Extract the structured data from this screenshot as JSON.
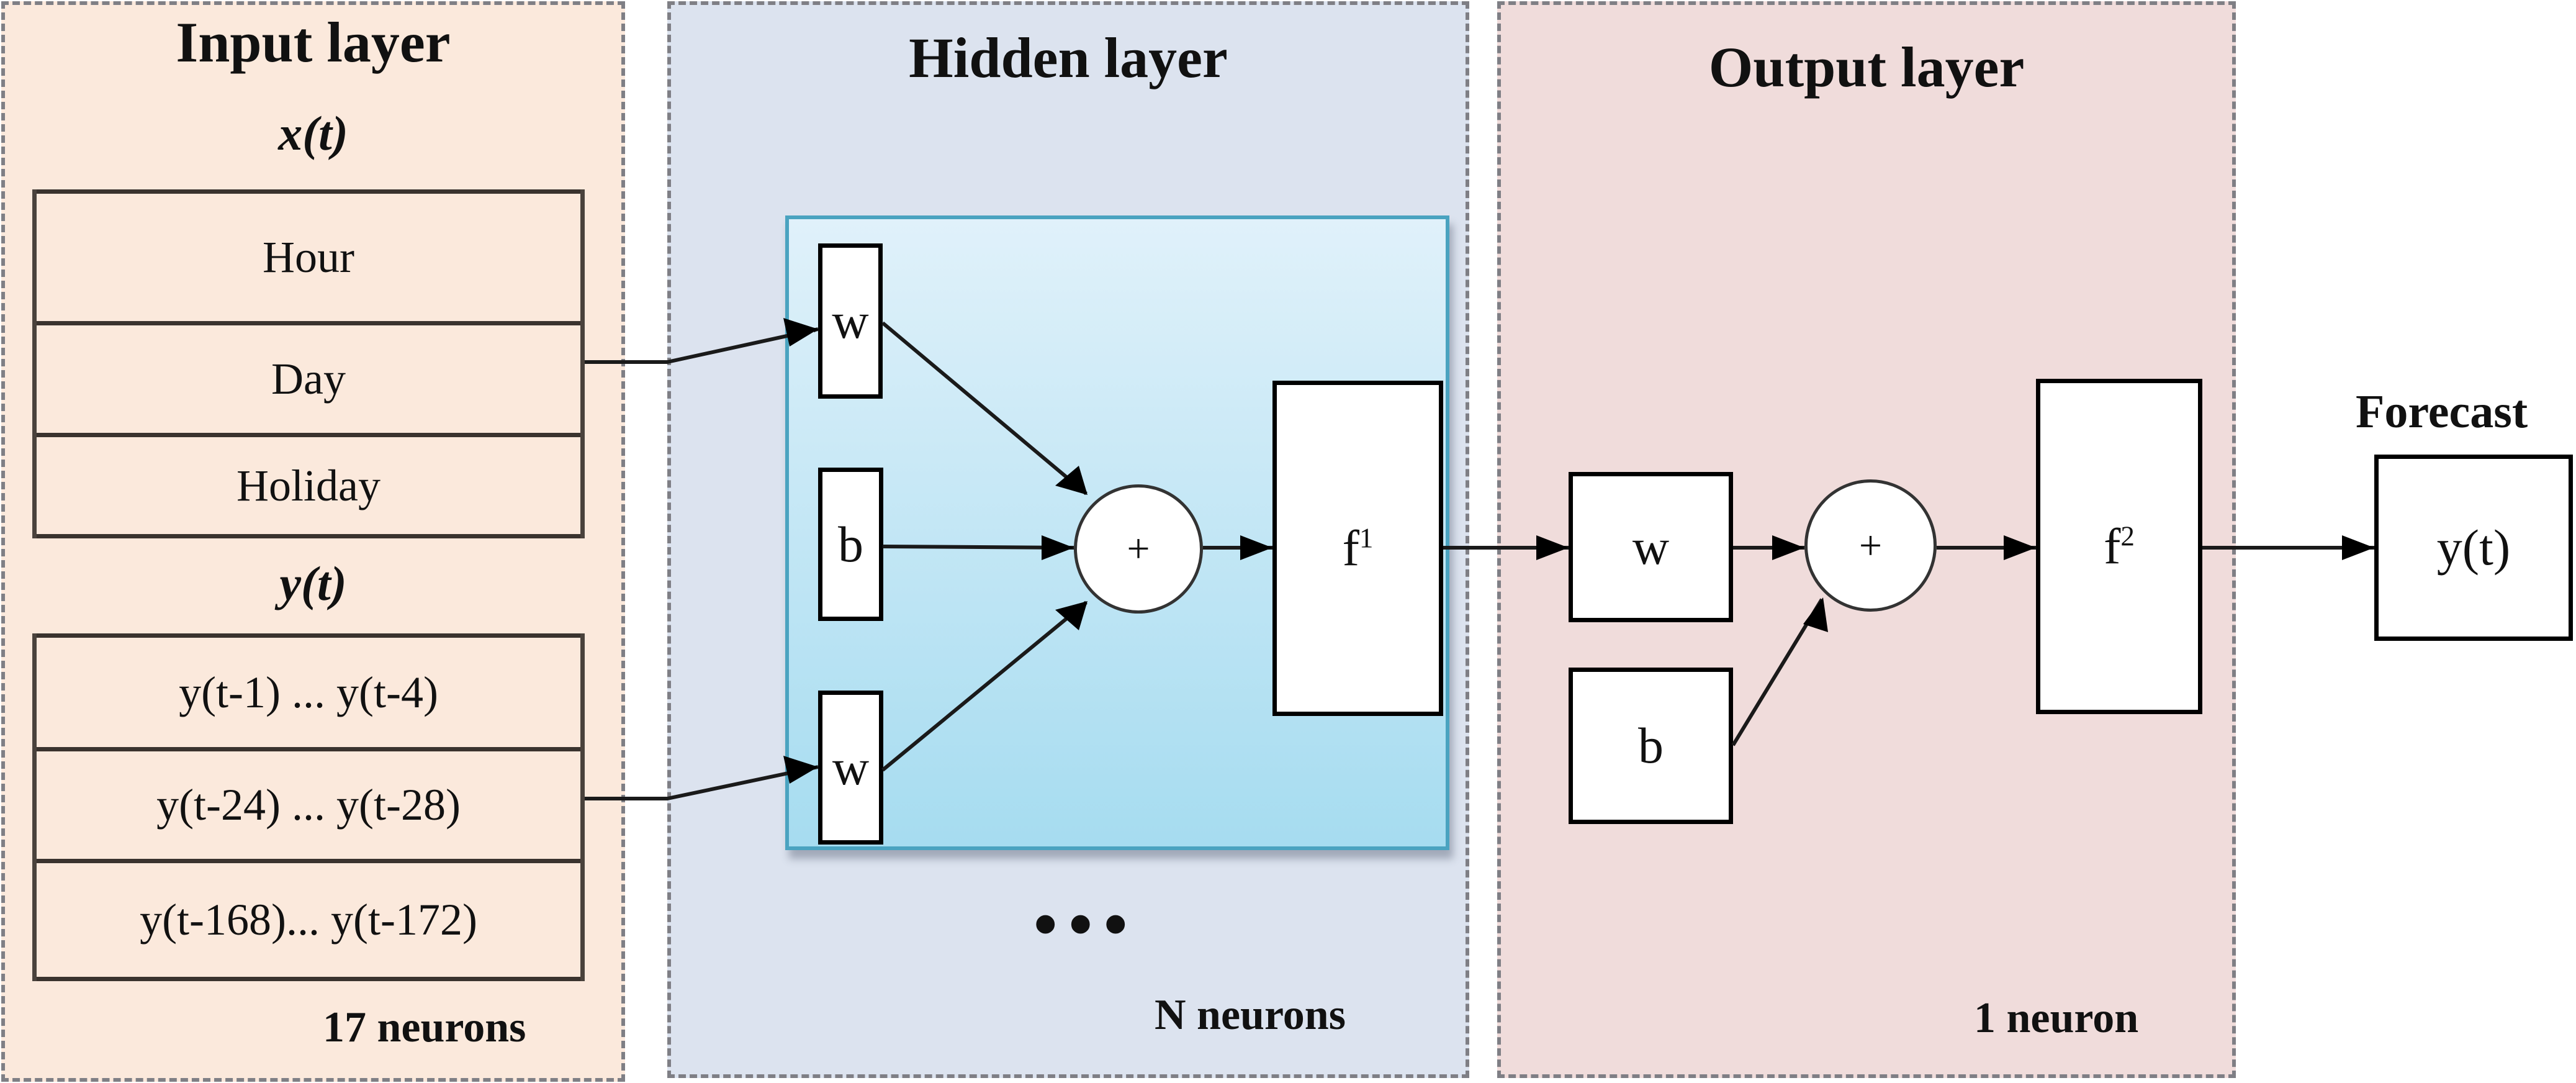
{
  "input_layer": {
    "title": "Input layer",
    "x_label": "x(t)",
    "x_items": [
      "Hour",
      "Day",
      "Holiday"
    ],
    "y_label": "y(t)",
    "y_items": [
      "y(t-1) ... y(t-4)",
      "y(t-24) ... y(t-28)",
      "y(t-168)... y(t-172)"
    ],
    "count": "17 neurons",
    "background": "#fbe9dc"
  },
  "hidden_layer": {
    "title": "Hidden layer",
    "weight_top": "w",
    "bias": "b",
    "weight_bottom": "w",
    "sum": "+",
    "activation": "f",
    "activation_sup": "1",
    "ellipsis": "•••",
    "count": "N neurons",
    "background": "#dce3ef",
    "neuron_fill": "#a6dcf0"
  },
  "output_layer": {
    "title": "Output layer",
    "weight": "w",
    "bias": "b",
    "sum": "+",
    "activation": "f",
    "activation_sup": "2",
    "count": "1 neuron",
    "background": "#f0dcdb"
  },
  "forecast": {
    "label": "Forecast",
    "value": "y(t)"
  }
}
